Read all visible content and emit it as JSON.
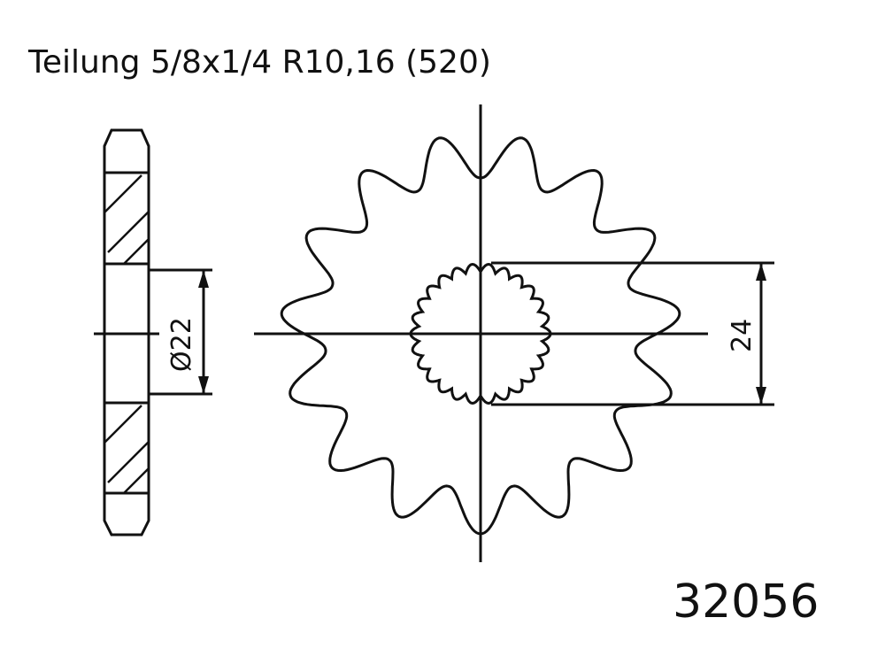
{
  "title": "Teilung 5/8x1/4 R10,16 (520)",
  "part_number": "32056",
  "dimensions": {
    "bore_diameter_label": "Ø22",
    "spline_height_label": "24"
  },
  "sprocket": {
    "outer_teeth": 15,
    "inner_spline_teeth": 26
  },
  "colors": {
    "ink": "#111111",
    "background": "#ffffff"
  }
}
